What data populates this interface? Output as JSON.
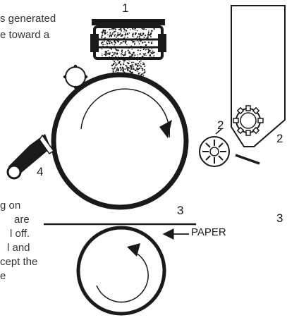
{
  "text_fragments": {
    "top_line1": "s generated",
    "top_line2": "e toward a",
    "bottom_line1": "g on",
    "bottom_line2": "are",
    "bottom_line3": "l off.",
    "bottom_line4": "l and",
    "bottom_line5": "cept the",
    "bottom_line6": "e"
  },
  "labels": {
    "n1": "1",
    "n2": "2",
    "n2_edge": "2",
    "n3": "3",
    "n3_edge": "3",
    "n4": "4",
    "paper": "PAPER"
  },
  "colors": {
    "ink": "#1a1a1a",
    "background": "#ffffff"
  }
}
